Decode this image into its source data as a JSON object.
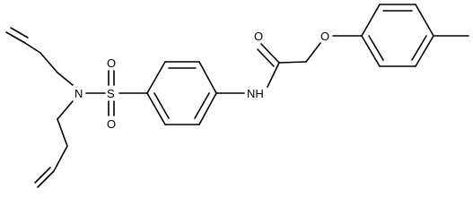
{
  "molecule": {
    "atoms": {
      "sulfur": "S",
      "oxygen_top": "O",
      "oxygen_bottom": "O",
      "nitrogen_sulfonamide": "N",
      "nitrogen_amide": "NH",
      "oxygen_carbonyl": "O",
      "oxygen_ether": "O"
    }
  },
  "colors": {
    "bond": "#000000",
    "label": "#000000",
    "background": "#ffffff"
  }
}
